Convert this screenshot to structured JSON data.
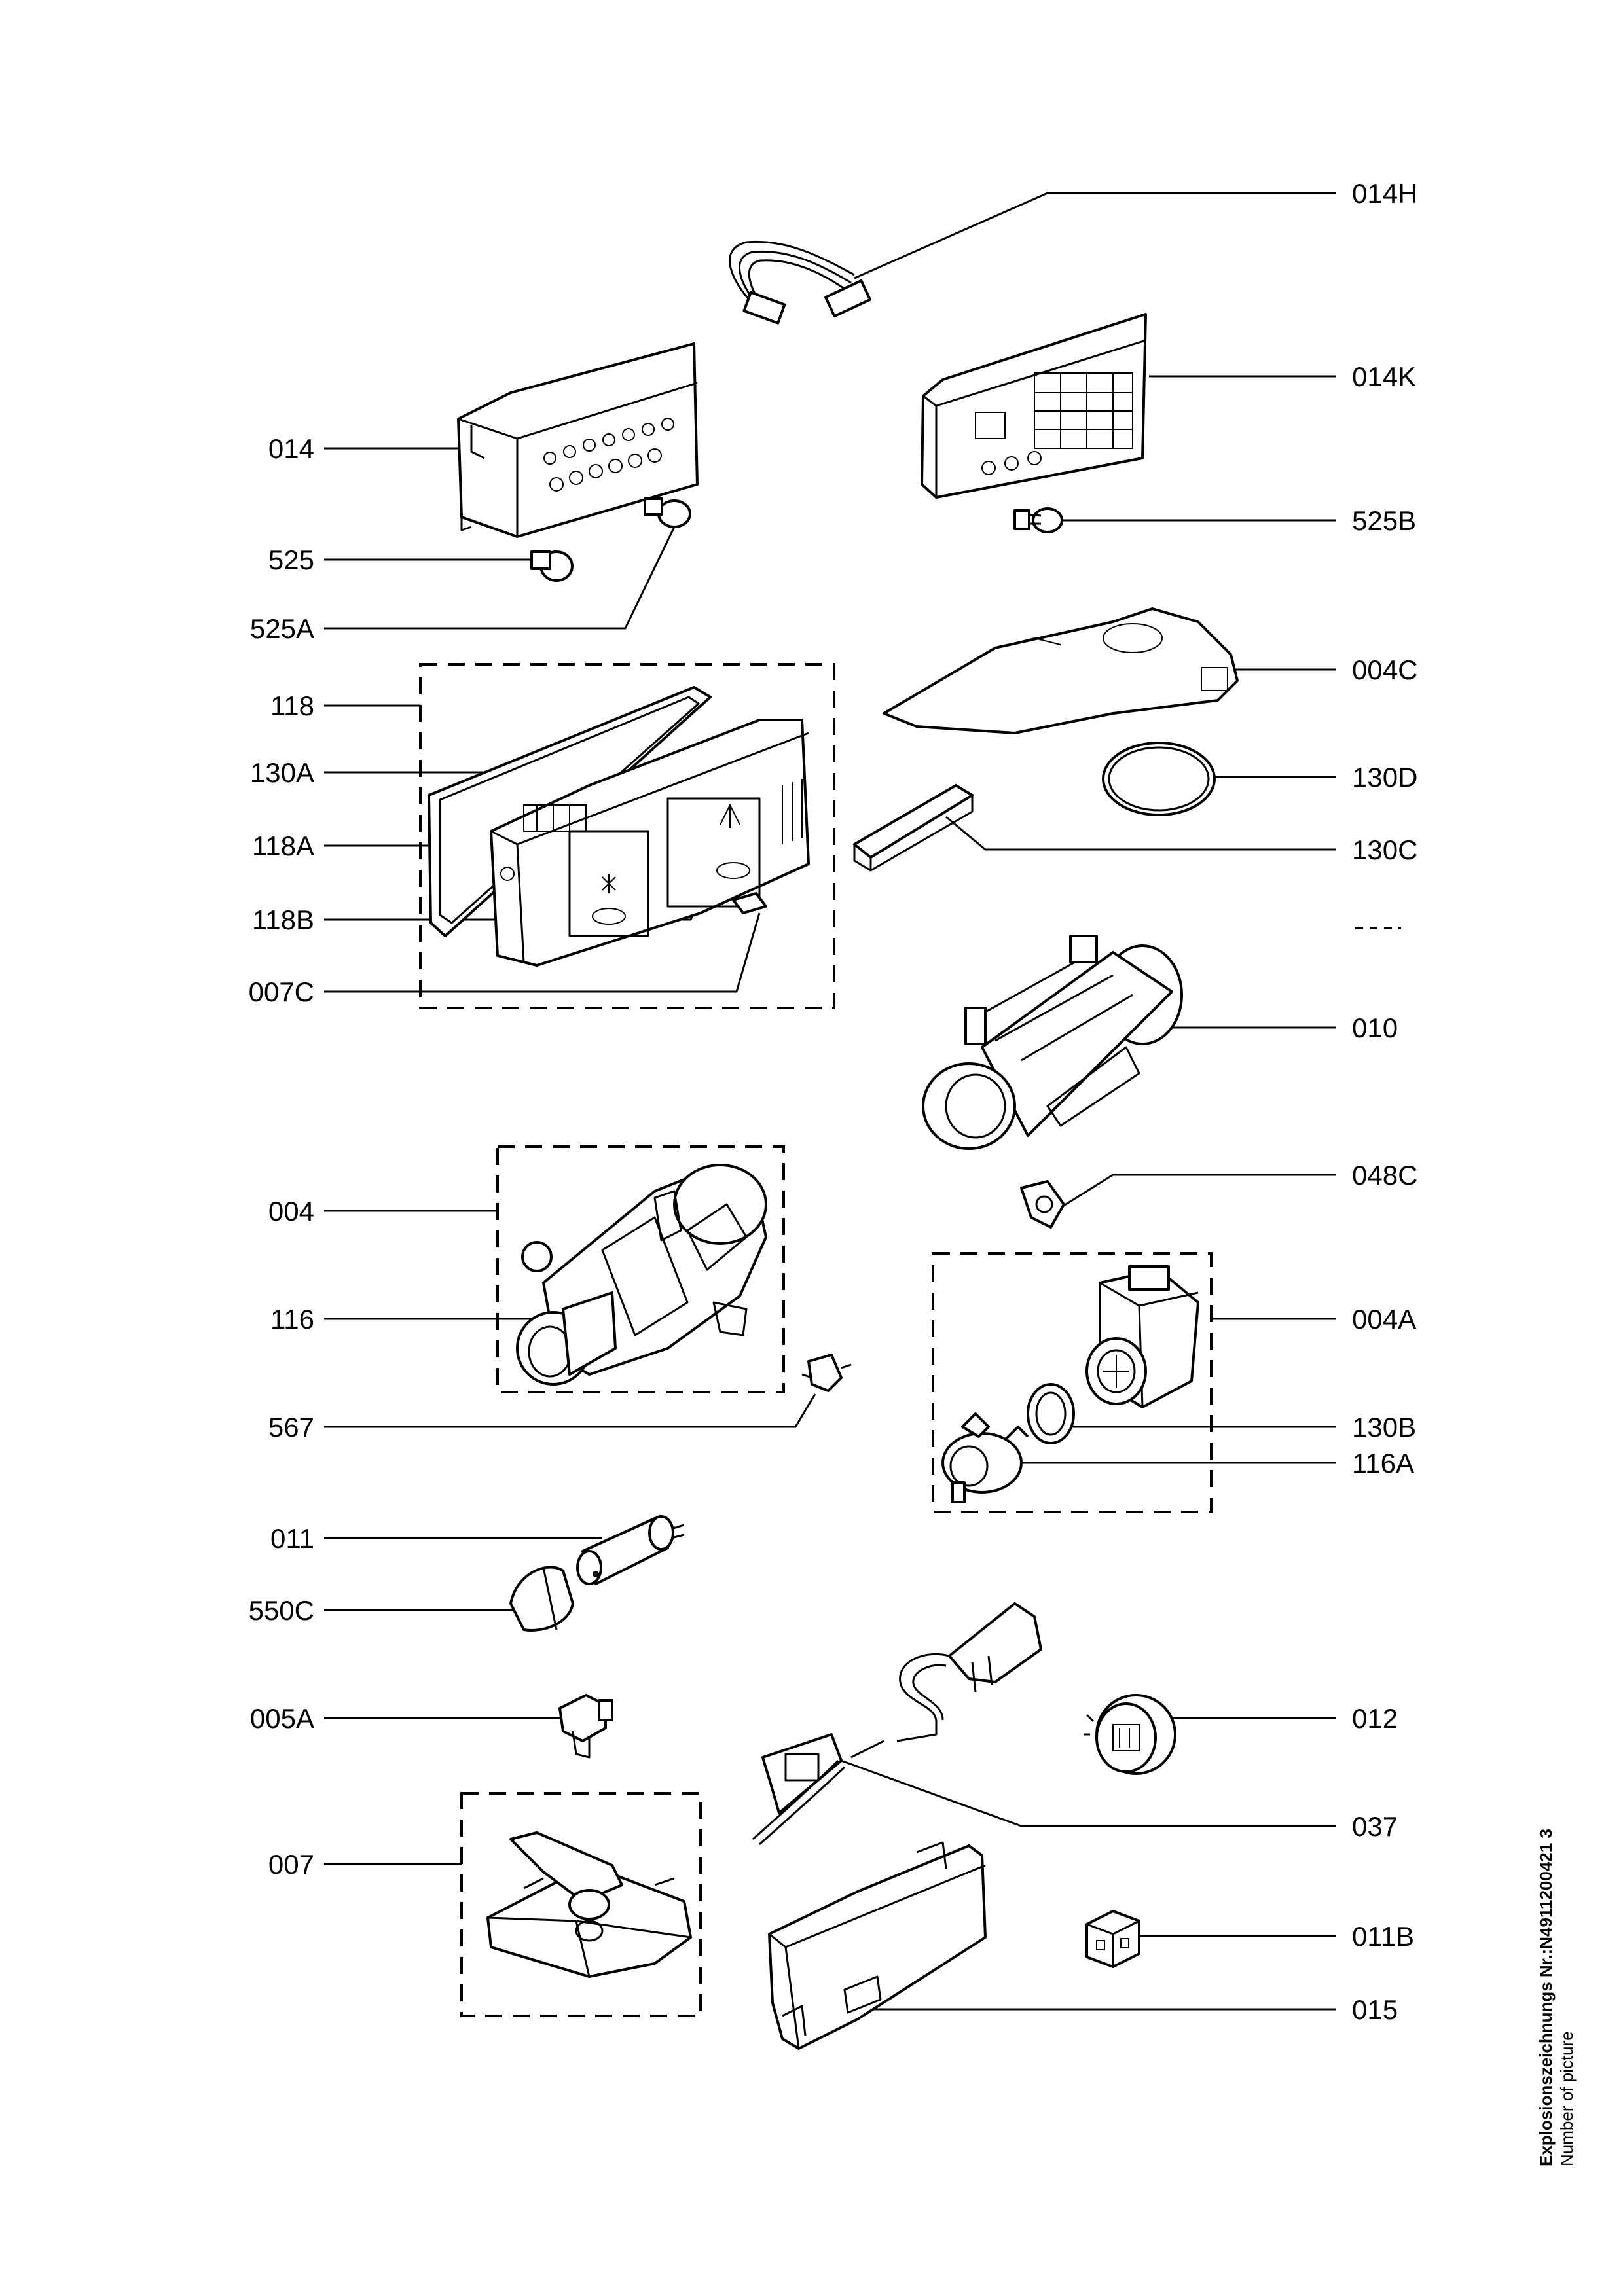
{
  "labels": {
    "014H": "014H",
    "014K": "014K",
    "014": "014",
    "525B": "525B",
    "525": "525",
    "525A": "525A",
    "118": "118",
    "004C": "004C",
    "130A": "130A",
    "130D": "130D",
    "118A": "118A",
    "130C": "130C",
    "118B": "118B",
    "007C": "007C",
    "010": "010",
    "048C": "048C",
    "004": "004",
    "004A": "004A",
    "116": "116",
    "130B": "130B",
    "567": "567",
    "116A": "116A",
    "011": "011",
    "550C": "550C",
    "005A": "005A",
    "012": "012",
    "037": "037",
    "007": "007",
    "011B": "011B",
    "015": "015"
  },
  "footer": {
    "line1": "Explosionszeichnungs Nr.:N4911200421 3",
    "line2": "Number of picture"
  }
}
